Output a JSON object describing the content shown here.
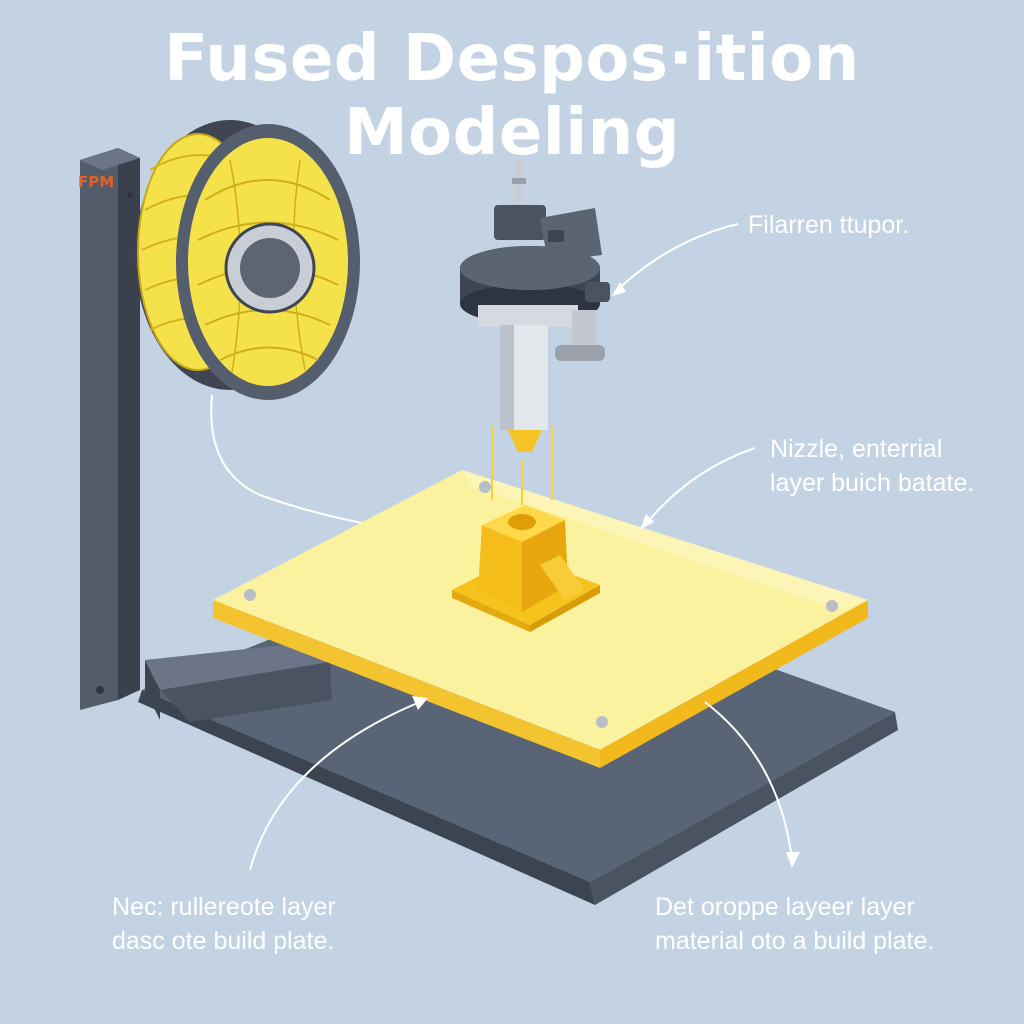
{
  "title": "Fused Despos·ition Modeling",
  "frame_mark": "FPM",
  "labels": {
    "extruder": [
      "Filarren ttupor."
    ],
    "nozzle": [
      "Nizzle, enterrial",
      "layer buich batate."
    ],
    "bottom_left": [
      "Nec: rullereote layer",
      "dasc ote build plate."
    ],
    "bottom_right": [
      "Det oroppe layeer layer",
      "material oto a build plate."
    ]
  },
  "colors": {
    "background": "#c3d3e4",
    "filament_yellow": "#f5e24a",
    "build_plate": "#fbf2a0",
    "plate_edge": "#f4c430",
    "printed_part": "#f6c21e",
    "frame_dark": "#4b5563",
    "base_slate": "#596577"
  },
  "icons": [
    "filament-spool",
    "extruder-head",
    "nozzle",
    "build-plate",
    "printed-part",
    "frame"
  ]
}
